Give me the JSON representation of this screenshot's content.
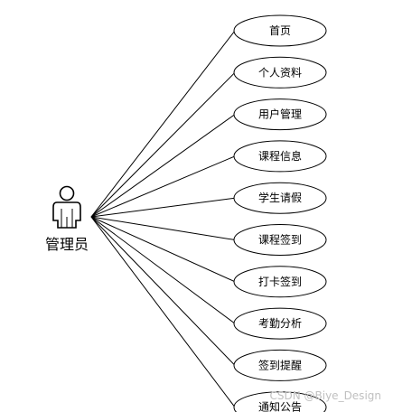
{
  "actor": {
    "label": "管理员"
  },
  "use_cases": [
    {
      "label": "首页"
    },
    {
      "label": "个人资料"
    },
    {
      "label": "用户管理"
    },
    {
      "label": "课程信息"
    },
    {
      "label": "学生请假"
    },
    {
      "label": "课程签到"
    },
    {
      "label": "打卡签到"
    },
    {
      "label": "考勤分析"
    },
    {
      "label": "签到提醒"
    },
    {
      "label": "通知公告"
    }
  ],
  "watermark": "CSDN @Biye_Design"
}
